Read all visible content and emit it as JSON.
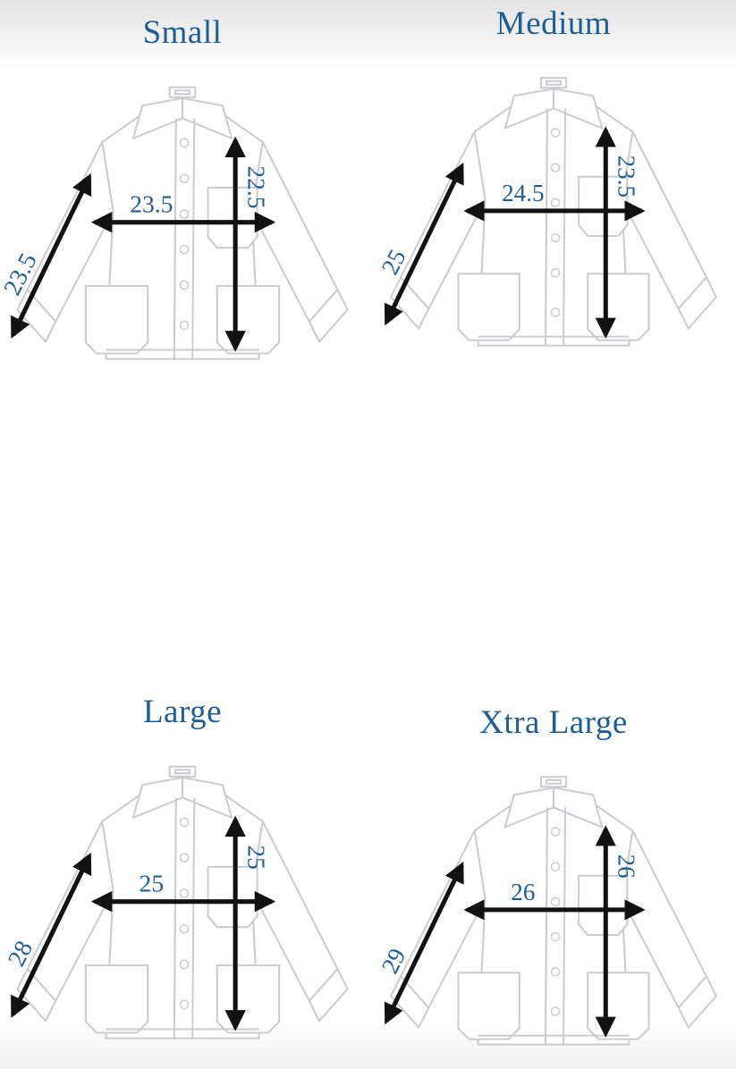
{
  "page": {
    "accent_color": "#1f5e93",
    "arrow_color": "#121212",
    "linework_color": "#c9ccd0",
    "background_color": "#ffffff"
  },
  "sizes": [
    {
      "name": "Small",
      "chest": "23.5",
      "length": "22.5",
      "sleeve": "23.5"
    },
    {
      "name": "Medium",
      "chest": "24.5",
      "length": "23.5",
      "sleeve": "25"
    },
    {
      "name": "Large",
      "chest": "25",
      "length": "25",
      "sleeve": "28"
    },
    {
      "name": "Xtra Large",
      "chest": "26",
      "length": "26",
      "sleeve": "29"
    }
  ]
}
